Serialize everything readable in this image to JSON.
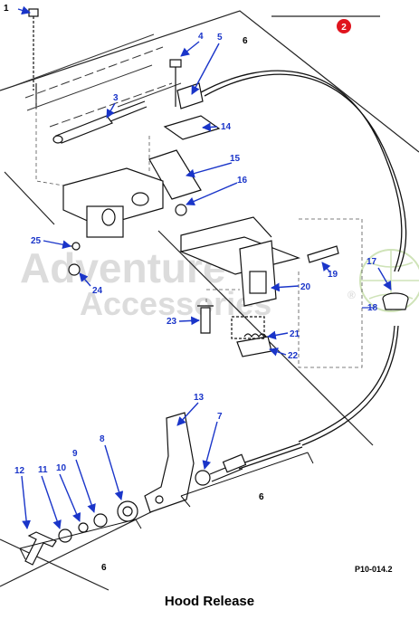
{
  "title": "Hood Release",
  "reference_code": "P10-014.2",
  "badge": "2",
  "watermark": {
    "line1": "Adventure",
    "line2": "Accessories",
    "symbol": "®"
  },
  "callouts": [
    "1",
    "2",
    "3",
    "4",
    "5",
    "6",
    "7",
    "8",
    "9",
    "10",
    "11",
    "12",
    "13",
    "14",
    "15",
    "16",
    "17",
    "18",
    "19",
    "20",
    "21",
    "22",
    "23",
    "24",
    "25"
  ],
  "labels": {
    "n1": "1",
    "n3": "3",
    "n4": "4",
    "n5": "5",
    "n6a": "6",
    "n6b": "6",
    "n6c": "6",
    "n7": "7",
    "n8": "8",
    "n9": "9",
    "n10": "10",
    "n11": "11",
    "n12": "12",
    "n13": "13",
    "n14": "14",
    "n15": "15",
    "n16": "16",
    "n17": "17",
    "n18": "18",
    "n19": "19",
    "n20": "20",
    "n21": "21",
    "n22": "22",
    "n23": "23",
    "n24": "24",
    "n25": "25"
  },
  "colors": {
    "callout_blue": "#1a35c9",
    "callout_black": "#000000",
    "badge_red": "#e0141e",
    "line": "#222222",
    "watermark": "#d9d9d9"
  }
}
